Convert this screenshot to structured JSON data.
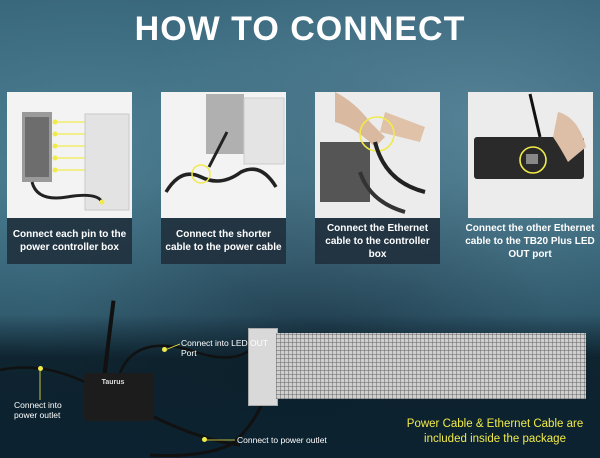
{
  "title": "HOW TO CONNECT",
  "steps": [
    {
      "caption": "Connect each pin to the power controller box"
    },
    {
      "caption": "Connect the shorter cable to the power cable"
    },
    {
      "caption": "Connect the Ethernet cable to the controller box"
    },
    {
      "caption": "Connect the other Ethernet cable to the TB20 Plus LED OUT port"
    }
  ],
  "diagram": {
    "controller_logo": "Taurus",
    "label_led_out": "Connect into LED OUT Port",
    "label_power_outlet_left": "Connect into power outlet",
    "label_power_outlet_bottom": "Connect to power outlet",
    "note": "Power Cable & Ethernet Cable are included inside the package"
  },
  "colors": {
    "accent_yellow": "#f1ea4a",
    "caption_bg": "#1e2d3a"
  }
}
